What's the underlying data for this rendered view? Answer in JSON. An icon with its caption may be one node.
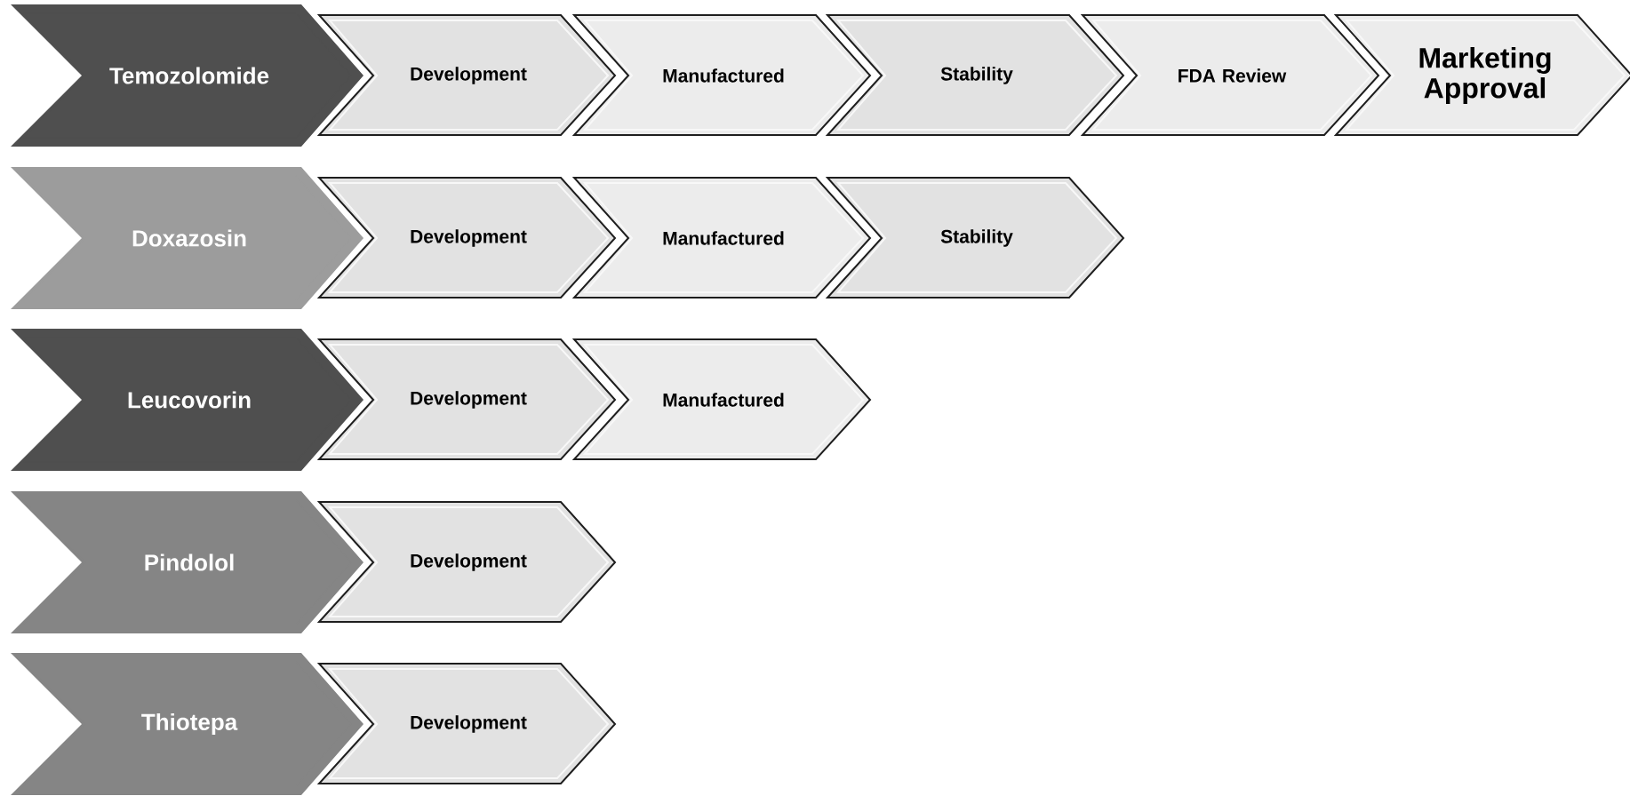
{
  "diagram": {
    "nodes": [
      {
        "text": [
          "Temozolomide"
        ]
      },
      {
        "text": [
          "Development"
        ]
      },
      {
        "text": [
          "Manufactured"
        ]
      },
      {
        "text": [
          "Stability"
        ]
      },
      {
        "text": [
          "FDA Review"
        ]
      },
      {
        "text": [
          "Marketing Approval"
        ]
      },
      {
        "text": [
          "Doxazosin"
        ]
      },
      {
        "text": [
          "Development"
        ]
      },
      {
        "text": [
          "Manufactured"
        ]
      },
      {
        "text": [
          "Stability"
        ]
      },
      {
        "text": [
          "Leucovorin"
        ]
      },
      {
        "text": [
          "Development"
        ]
      },
      {
        "text": [
          "Manufactured"
        ]
      },
      {
        "text": [
          "Pindolol"
        ]
      },
      {
        "text": [
          "Development"
        ]
      },
      {
        "text": [
          "Thiotepa"
        ]
      },
      {
        "text": [
          "Development"
        ]
      }
    ]
  }
}
